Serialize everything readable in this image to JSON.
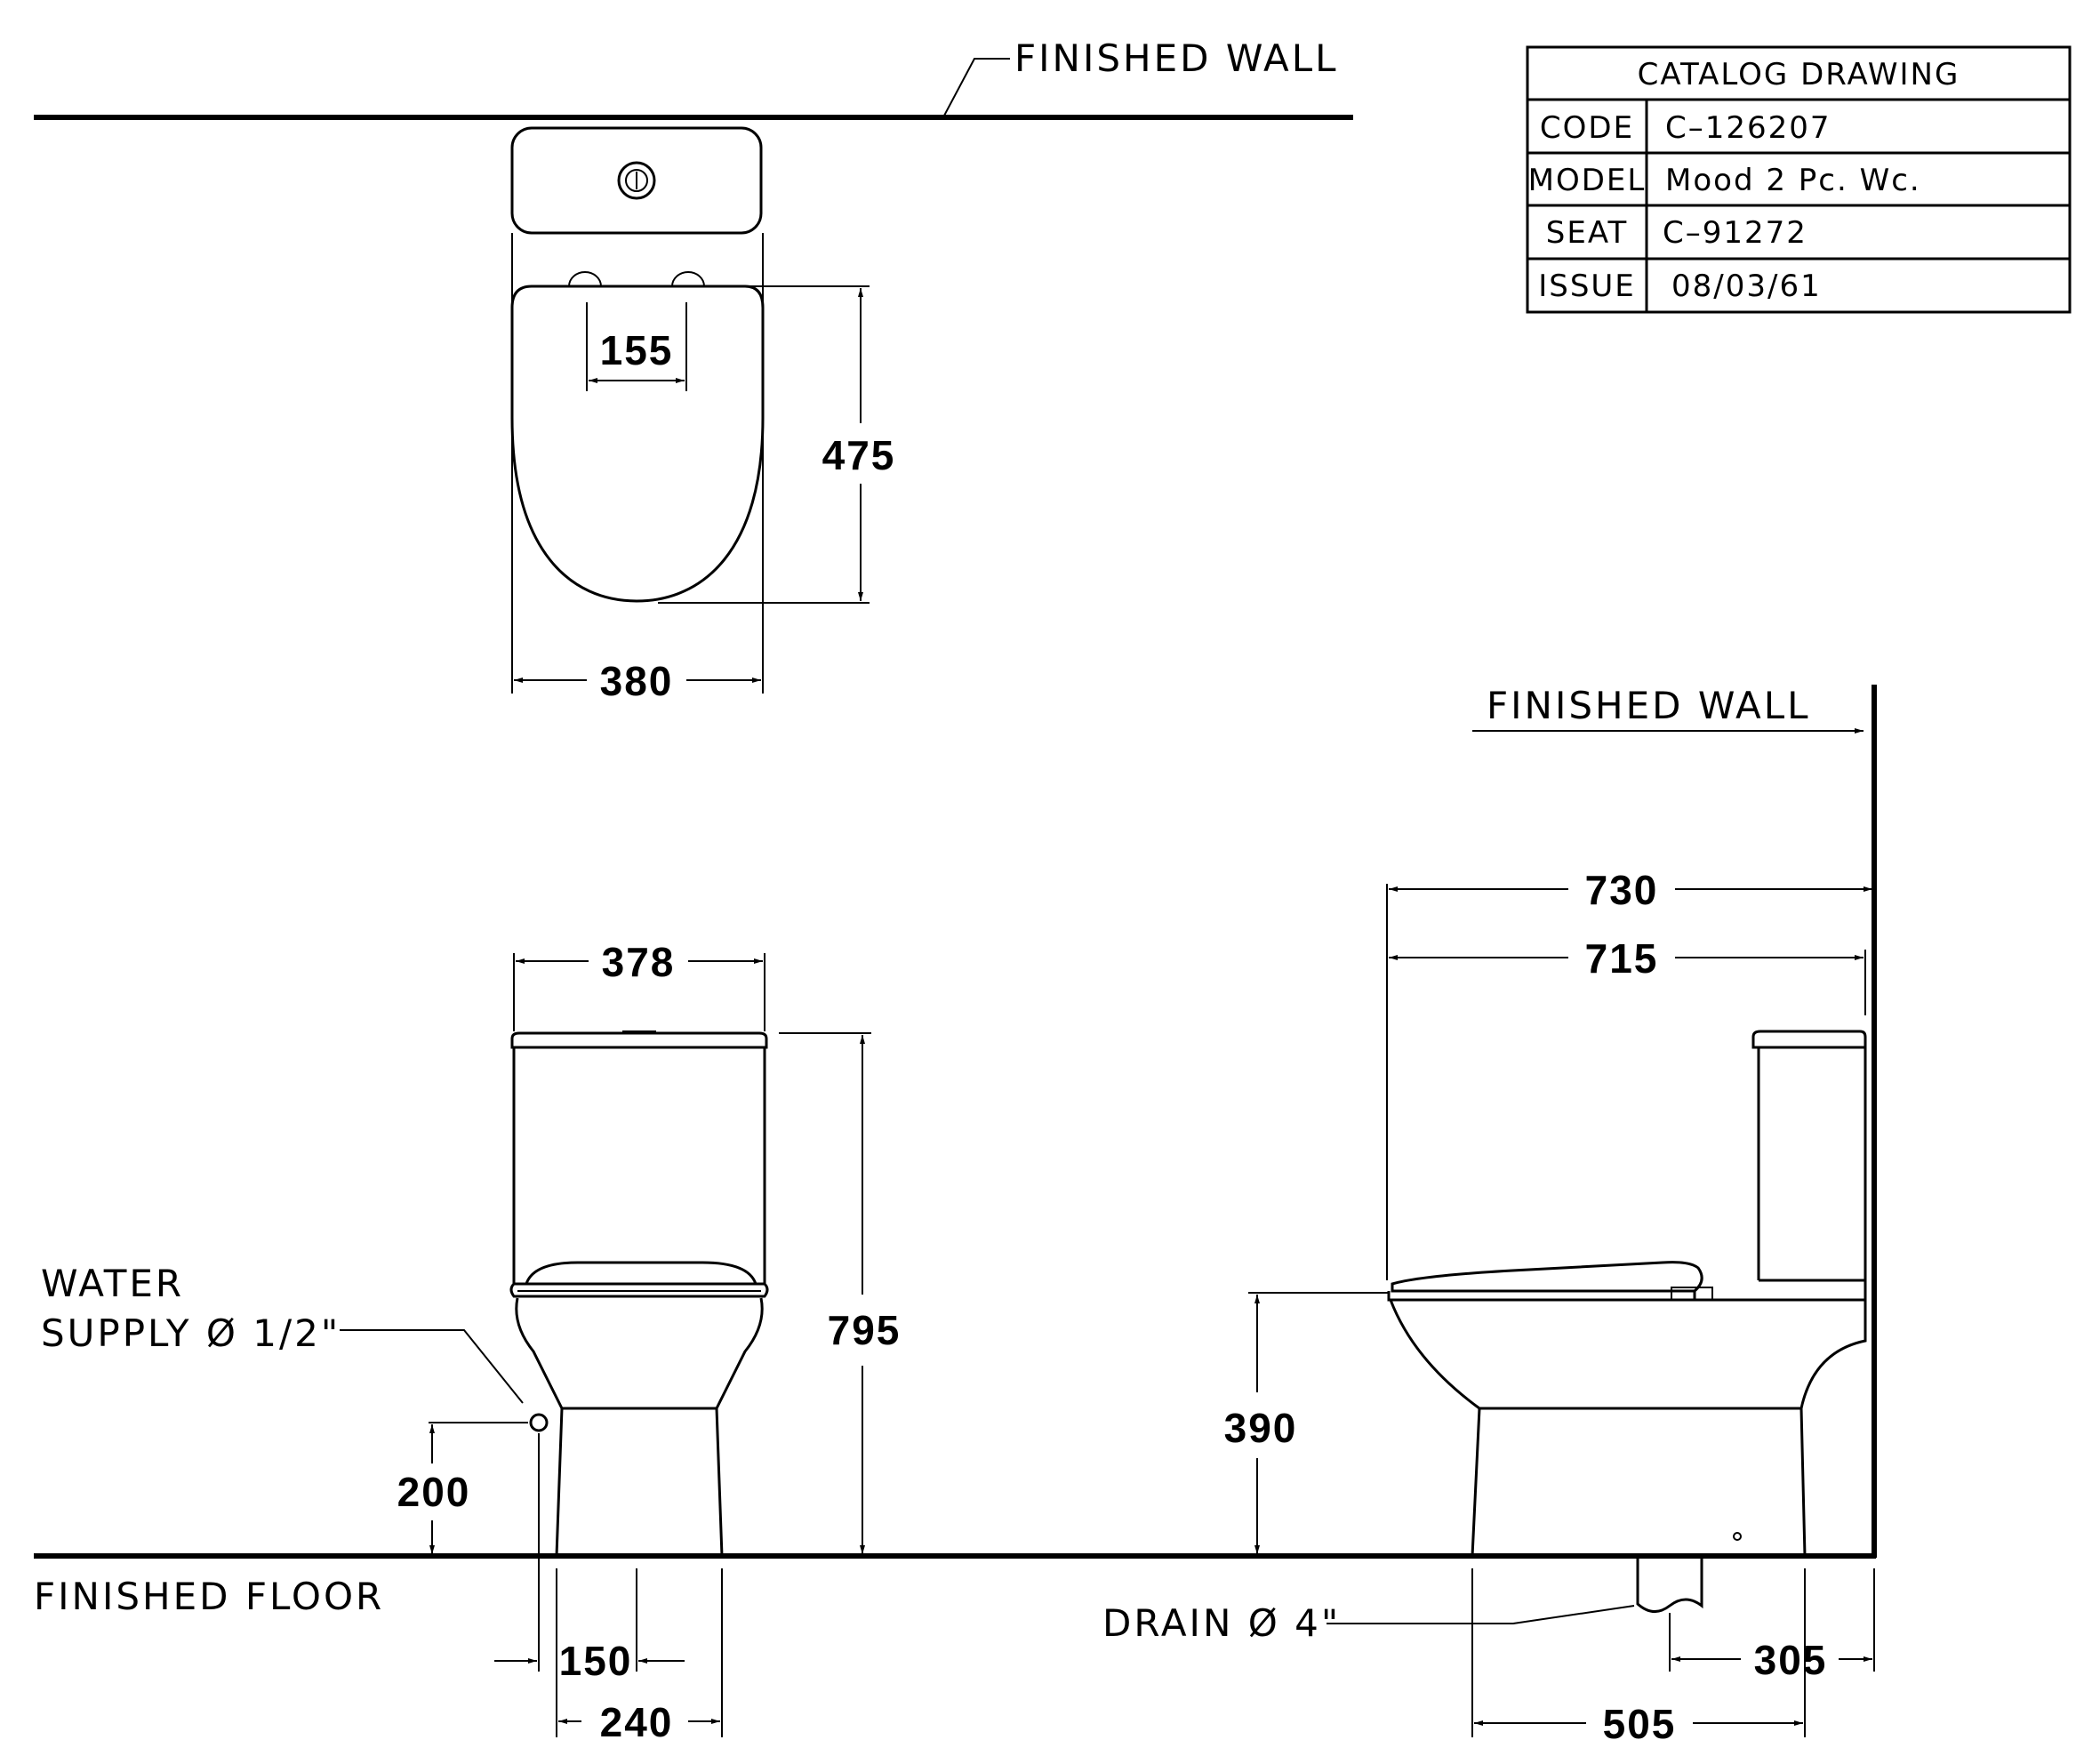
{
  "labels": {
    "finished_wall_top": "FINISHED  WALL",
    "finished_wall_side": "FINISHED  WALL",
    "finished_floor": "FINISHED  FLOOR",
    "water_supply_line1": "WATER",
    "water_supply_line2": "SUPPLY Ø 1/2\"",
    "drain": "DRAIN Ø 4\""
  },
  "catalog": {
    "title": "CATALOG  DRAWING",
    "rows": [
      {
        "key": "CODE",
        "value": "C–126207"
      },
      {
        "key": "MODEL",
        "value": "Mood  2  Pc.  Wc."
      },
      {
        "key": "SEAT",
        "value": "C–91272"
      },
      {
        "key": "ISSUE",
        "value": "08/03/61"
      }
    ]
  },
  "dimensions": {
    "top_view": {
      "seat_hinge_spacing": "155",
      "seat_length": "475",
      "width": "380"
    },
    "front_view": {
      "width": "378",
      "height": "795",
      "water_supply_height": "200",
      "supply_offset": "150",
      "base_width": "240"
    },
    "side_view": {
      "overall_length": "730",
      "length_to_wall": "715",
      "seat_height": "390",
      "drain_to_wall": "305",
      "base_length": "505"
    }
  }
}
